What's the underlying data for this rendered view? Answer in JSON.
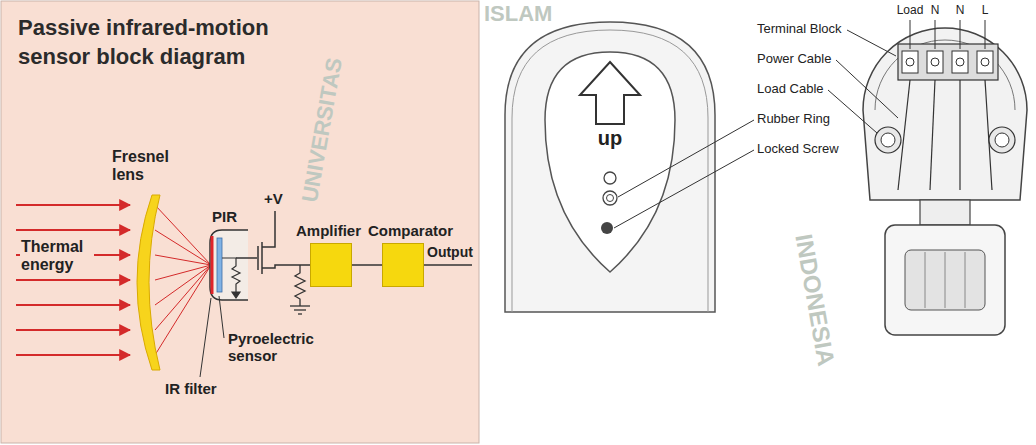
{
  "diagram": {
    "title": "Passive infrared-motion sensor block diagram",
    "nodes": [
      {
        "text": [
          "Amplifier"
        ]
      },
      {
        "text": [
          "Comparator"
        ]
      }
    ],
    "edges": [
      {
        "from": 0,
        "to": 1,
        "arrow": "none"
      }
    ],
    "labels": [
      "Fresnel lens",
      "Thermal energy",
      "PIR",
      "+V",
      "Output",
      "Pyroelectric sensor",
      "IR filter",
      "up",
      "Terminal Block",
      "Power Cable",
      "Load Cable",
      "Rubber Ring",
      "Locked Screw",
      "Load",
      "N",
      "N",
      "L",
      "ISLAM",
      "UNIVERSITAS",
      "INDONESIA"
    ]
  }
}
